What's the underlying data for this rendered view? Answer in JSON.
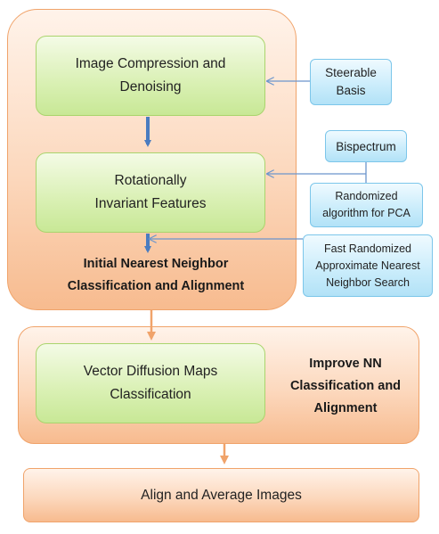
{
  "stage1": {
    "compression": "Image Compression and Denoising",
    "rotational": "Rotationally Invariant Features",
    "label": "Initial Nearest Neighbor Classification and Alignment"
  },
  "side_boxes": {
    "steerable": "Steerable Basis",
    "bispectrum": "Bispectrum",
    "randomized_pca": "Randomized algorithm for PCA",
    "fast_nn": "Fast Randomized Approximate Nearest Neighbor Search"
  },
  "stage2": {
    "vdm": "Vector Diffusion Maps Classification",
    "label": "Improve NN Classification and Alignment"
  },
  "stage3": {
    "label": "Align and Average Images"
  },
  "colors": {
    "orange_arrow": "#f0a36a",
    "blue_arrow": "#4a7cc0",
    "thin_arrow": "#6b95cc"
  }
}
